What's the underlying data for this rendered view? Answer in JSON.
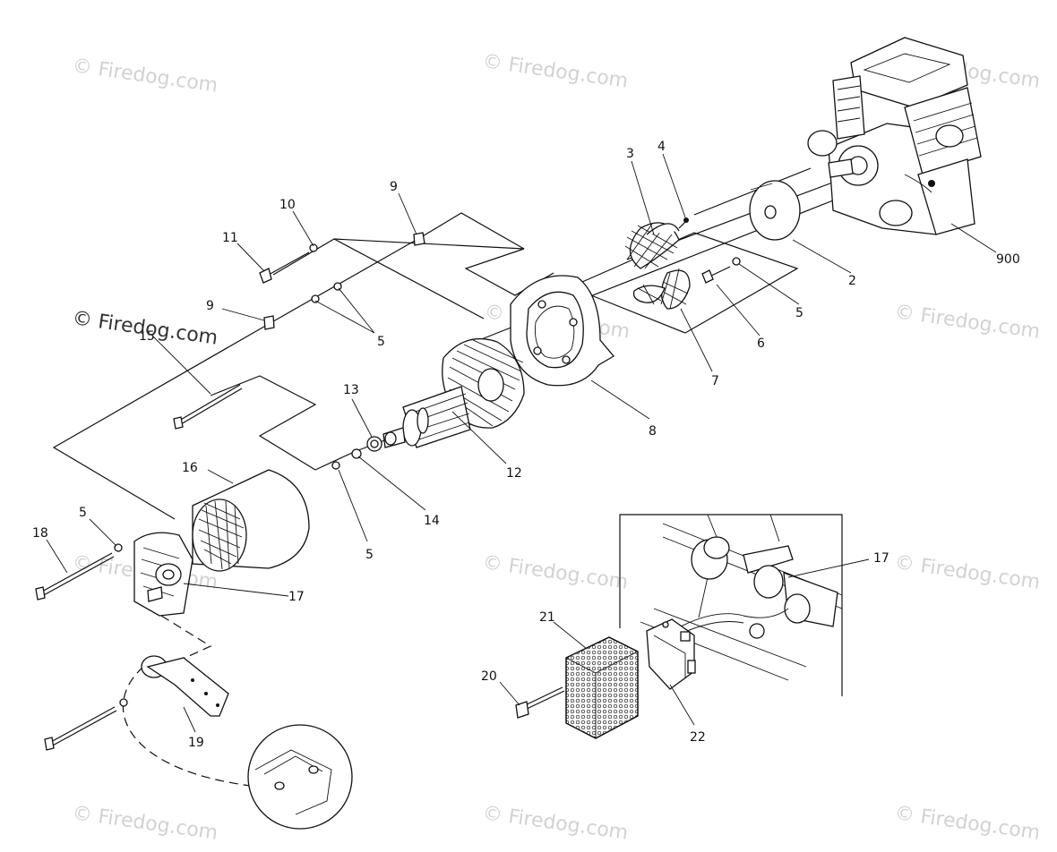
{
  "watermark": {
    "text": "© Firedog.com",
    "dark_text": "© Firedog.com"
  },
  "callouts": [
    {
      "id": "c3",
      "text": "3"
    },
    {
      "id": "c4",
      "text": "4"
    },
    {
      "id": "c9a",
      "text": "9"
    },
    {
      "id": "c10",
      "text": "10"
    },
    {
      "id": "c11",
      "text": "11"
    },
    {
      "id": "c9b",
      "text": "9"
    },
    {
      "id": "c5a",
      "text": "5"
    },
    {
      "id": "c15",
      "text": "15"
    },
    {
      "id": "c13",
      "text": "13"
    },
    {
      "id": "c12",
      "text": "12"
    },
    {
      "id": "c8",
      "text": "8"
    },
    {
      "id": "c7",
      "text": "7"
    },
    {
      "id": "c6",
      "text": "6"
    },
    {
      "id": "c5b",
      "text": "5"
    },
    {
      "id": "c2",
      "text": "2"
    },
    {
      "id": "c900",
      "text": "900"
    },
    {
      "id": "c16",
      "text": "16"
    },
    {
      "id": "c14",
      "text": "14"
    },
    {
      "id": "c5c",
      "text": "5"
    },
    {
      "id": "c5d",
      "text": "5"
    },
    {
      "id": "c18",
      "text": "18"
    },
    {
      "id": "c17a",
      "text": "17"
    },
    {
      "id": "c19",
      "text": "19"
    },
    {
      "id": "c17b",
      "text": "17"
    },
    {
      "id": "c21",
      "text": "21"
    },
    {
      "id": "c20",
      "text": "20"
    },
    {
      "id": "c22",
      "text": "22"
    }
  ]
}
